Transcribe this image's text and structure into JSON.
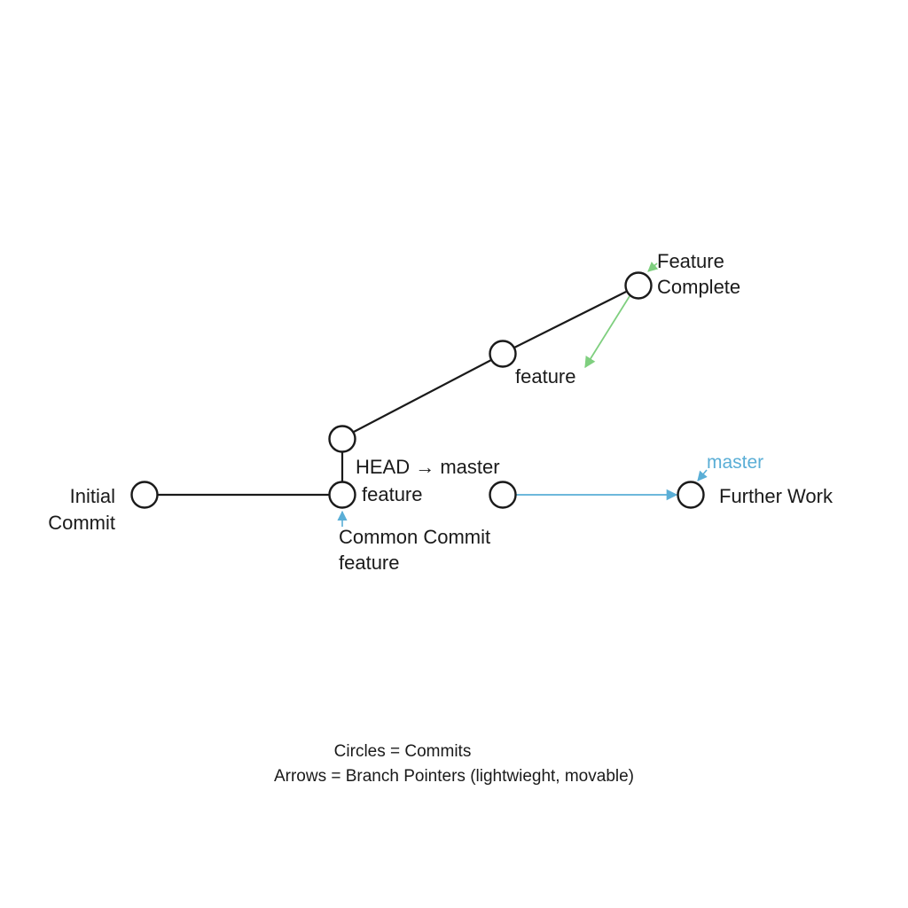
{
  "colors": {
    "ink": "#1a1a1a",
    "master_pointer": "#5aaed6",
    "feature_pointer": "#7fcf7f",
    "background": "#ffffff"
  },
  "labels": {
    "initial_commit_line1": "Initial",
    "initial_commit_line2": "Commit",
    "feature_complete_line1": "Feature",
    "feature_complete_line2": "Complete",
    "feature_mid": "feature",
    "head_master": "HEAD → master",
    "feature_at_common": "feature",
    "common_commit": "Common Commit",
    "common_commit_feature": "feature",
    "master_pointer": "master",
    "further_work": "Further Work"
  },
  "legend": {
    "line1": "Circles = Commits",
    "line2": "Arrows = Branch Pointers (lightwieght, movable)"
  }
}
